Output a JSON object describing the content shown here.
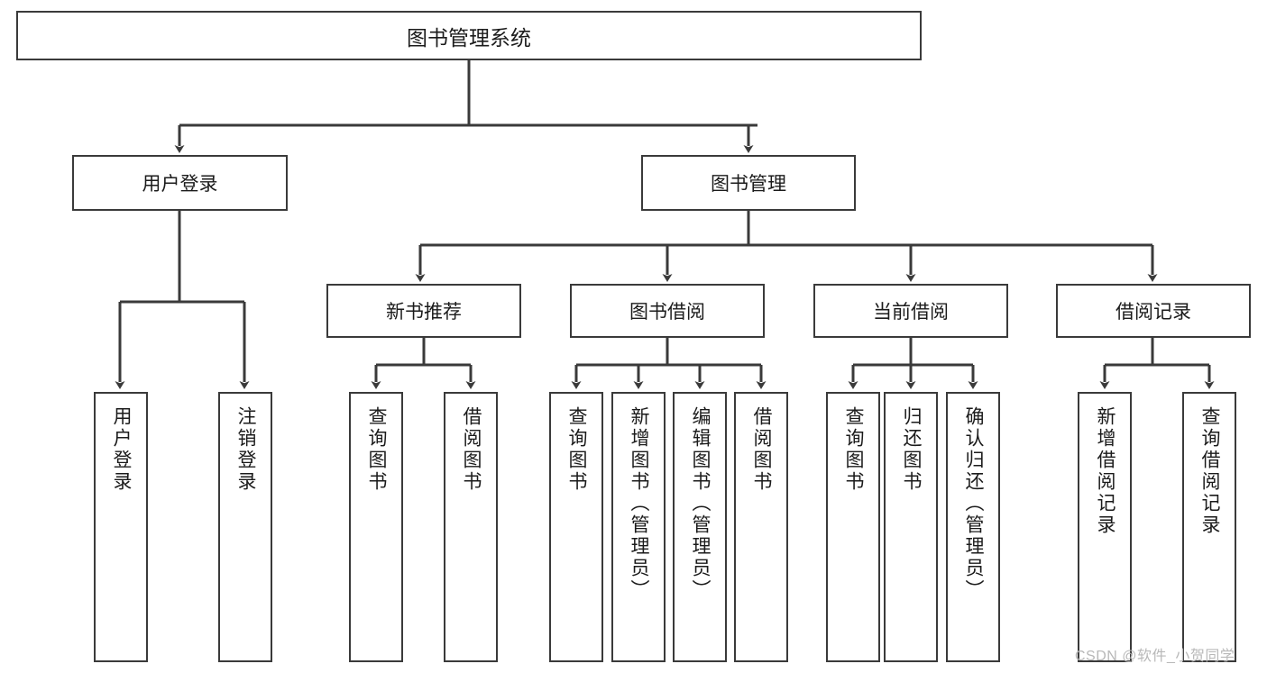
{
  "diagram": {
    "title": "图书管理系统",
    "type": "tree-hierarchy",
    "watermark": "CSDN @软件_小贺同学",
    "colors": {
      "background": "#ffffff",
      "stroke": "#3a3a3a",
      "text": "#1b1b1b",
      "watermark": "#b8b8b8"
    },
    "root": {
      "label": "图书管理系统"
    },
    "level2": [
      {
        "label": "用户登录"
      },
      {
        "label": "图书管理"
      }
    ],
    "level3": [
      {
        "label": "新书推荐"
      },
      {
        "label": "图书借阅"
      },
      {
        "label": "当前借阅"
      },
      {
        "label": "借阅记录"
      }
    ],
    "leaves": {
      "user_login": [
        {
          "label": "用户登录"
        },
        {
          "label": "注销登录"
        }
      ],
      "new_book_recommend": [
        {
          "label": "查询图书"
        },
        {
          "label": "借阅图书"
        }
      ],
      "book_borrow": [
        {
          "label": "查询图书"
        },
        {
          "label": "新增图书（管理员）"
        },
        {
          "label": "编辑图书（管理员）"
        },
        {
          "label": "借阅图书"
        }
      ],
      "current_borrow": [
        {
          "label": "查询图书"
        },
        {
          "label": "归还图书"
        },
        {
          "label": "确认归还（管理员）"
        }
      ],
      "borrow_record": [
        {
          "label": "新增借阅记录"
        },
        {
          "label": "查询借阅记录"
        }
      ]
    }
  }
}
